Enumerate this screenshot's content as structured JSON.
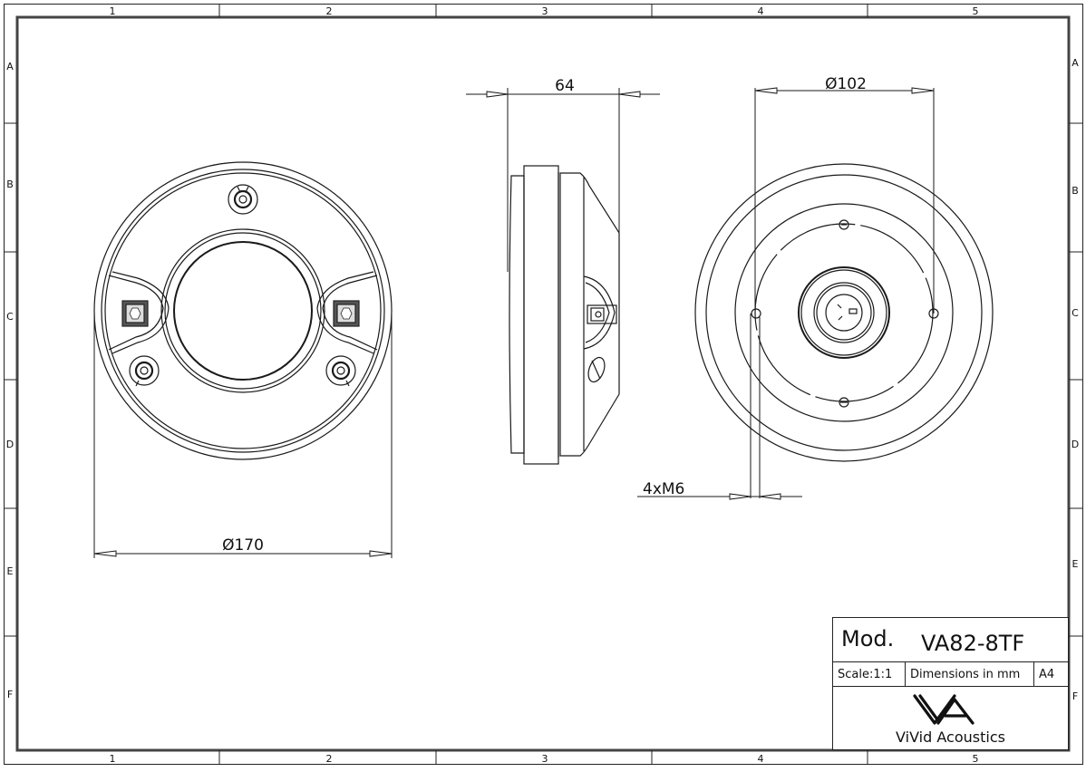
{
  "drawing": {
    "type": "engineering-drawing",
    "views": [
      "front-view",
      "side-view",
      "rear-view"
    ],
    "line_color": "#1a1a1a",
    "frame_color": "#555555"
  },
  "frame": {
    "column_labels": [
      "1",
      "2",
      "3",
      "4",
      "5"
    ],
    "row_labels": [
      "A",
      "B",
      "C",
      "D",
      "E",
      "F"
    ]
  },
  "dimensions": {
    "front_diameter": "Ø170",
    "side_depth": "64",
    "rear_bolt_circle": "Ø102",
    "thread_callout": "4xM6"
  },
  "title_block": {
    "mod_label": "Mod.",
    "model": "VA82-8TF",
    "scale": "Scale:1:1",
    "units": "Dimensions in mm",
    "paper_size": "A4",
    "company": "ViVid Acoustics"
  }
}
